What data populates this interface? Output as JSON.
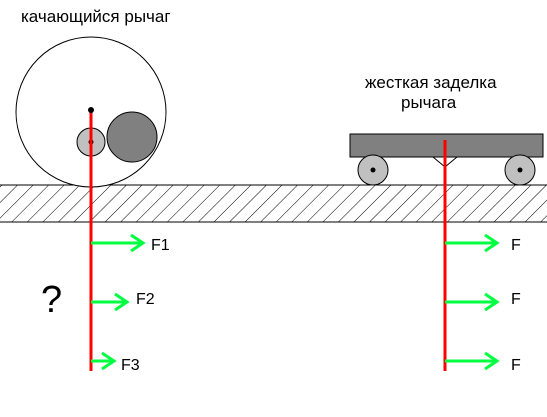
{
  "labels": {
    "left_title": "качающийся рычаг",
    "right_title_line1": "жесткая заделка",
    "right_title_line2": "рычага",
    "question": "?",
    "left_forces": [
      "F1",
      "F2",
      "F3"
    ],
    "right_forces": [
      "F",
      "F",
      "F"
    ]
  },
  "colors": {
    "lever": "#ff0000",
    "arrow": "#00ff40",
    "ground_hatch": "#000000",
    "wheel_fill": "#c0c0c0",
    "weight_fill": "#808080",
    "cart_fill": "#808080",
    "background": "#ffffff"
  }
}
